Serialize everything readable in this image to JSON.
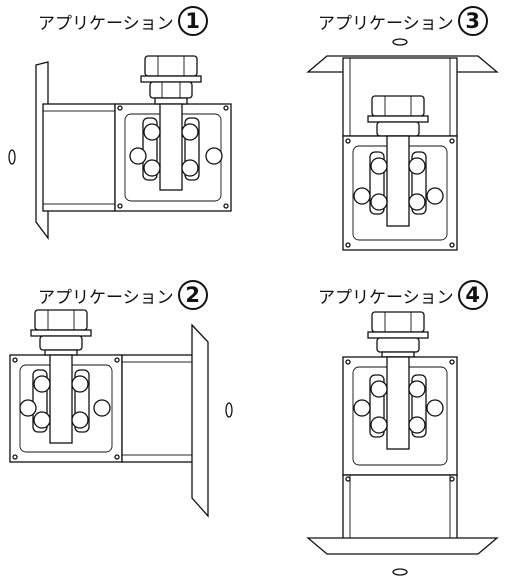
{
  "applications": [
    {
      "label": "アプリケーション",
      "number": "1"
    },
    {
      "label": "アプリケーション",
      "number": "2"
    },
    {
      "label": "アプリケーション",
      "number": "3"
    },
    {
      "label": "アプリケーション",
      "number": "4"
    }
  ]
}
